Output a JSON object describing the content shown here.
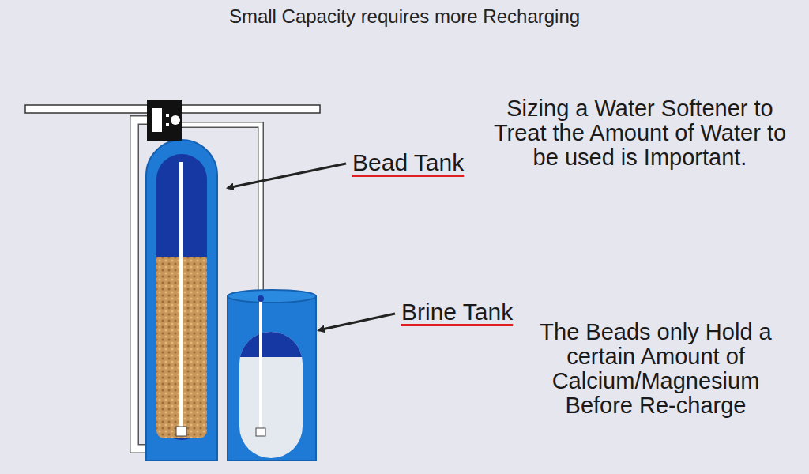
{
  "diagram": {
    "title": "Small Capacity requires more Recharging",
    "labels": [
      "Bead Tank",
      "Brine Tank",
      "Sizing a Water Softener to Treat the Amount of Water to be used is Important.",
      "The Beads only Hold a certain Amount of Calcium/Magnesium Before Re-charge"
    ]
  }
}
